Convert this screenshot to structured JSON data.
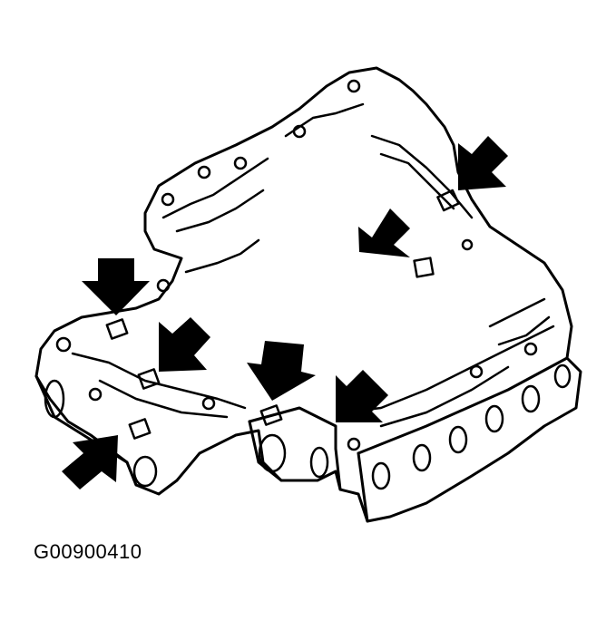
{
  "figure": {
    "subject": "valve-body line drawing",
    "caption": "G00900410",
    "arrow_count": 7,
    "colors": {
      "line": "#000000",
      "background": "#ffffff"
    }
  }
}
